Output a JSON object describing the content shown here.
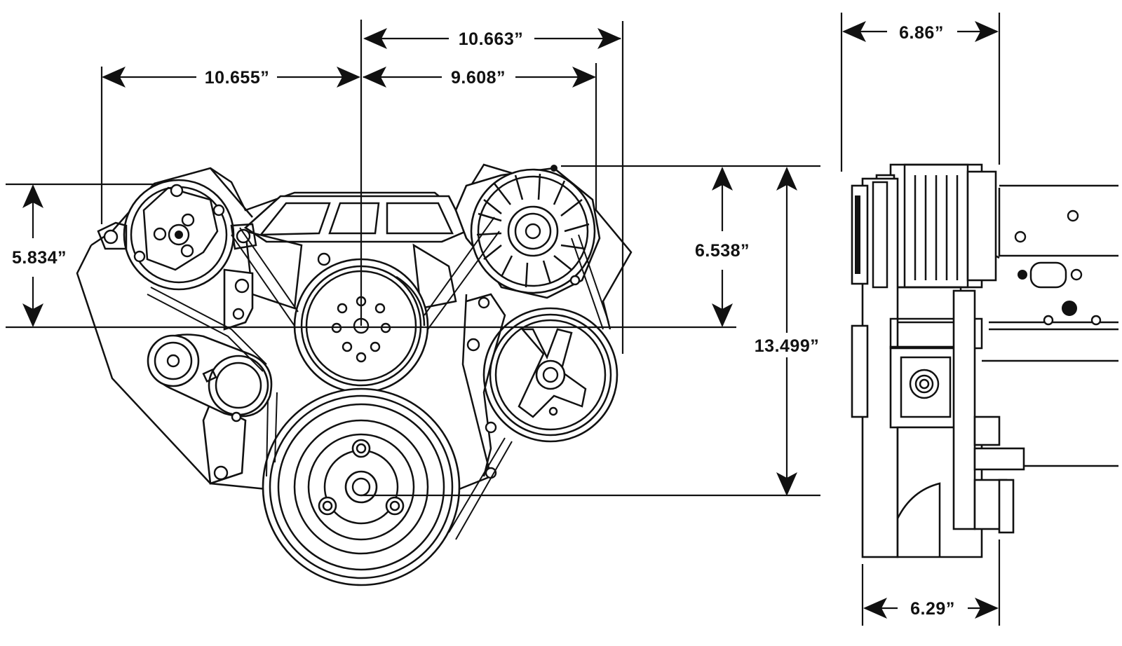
{
  "dimensions": {
    "top_span": "10.663”",
    "left_span": "10.655”",
    "inner_span": "9.608”",
    "side_top": "6.86”",
    "side_bottom": "6.29”",
    "left_vertical": "5.834”",
    "alternator_vertical": "6.538”",
    "total_vertical": "13.499”"
  }
}
